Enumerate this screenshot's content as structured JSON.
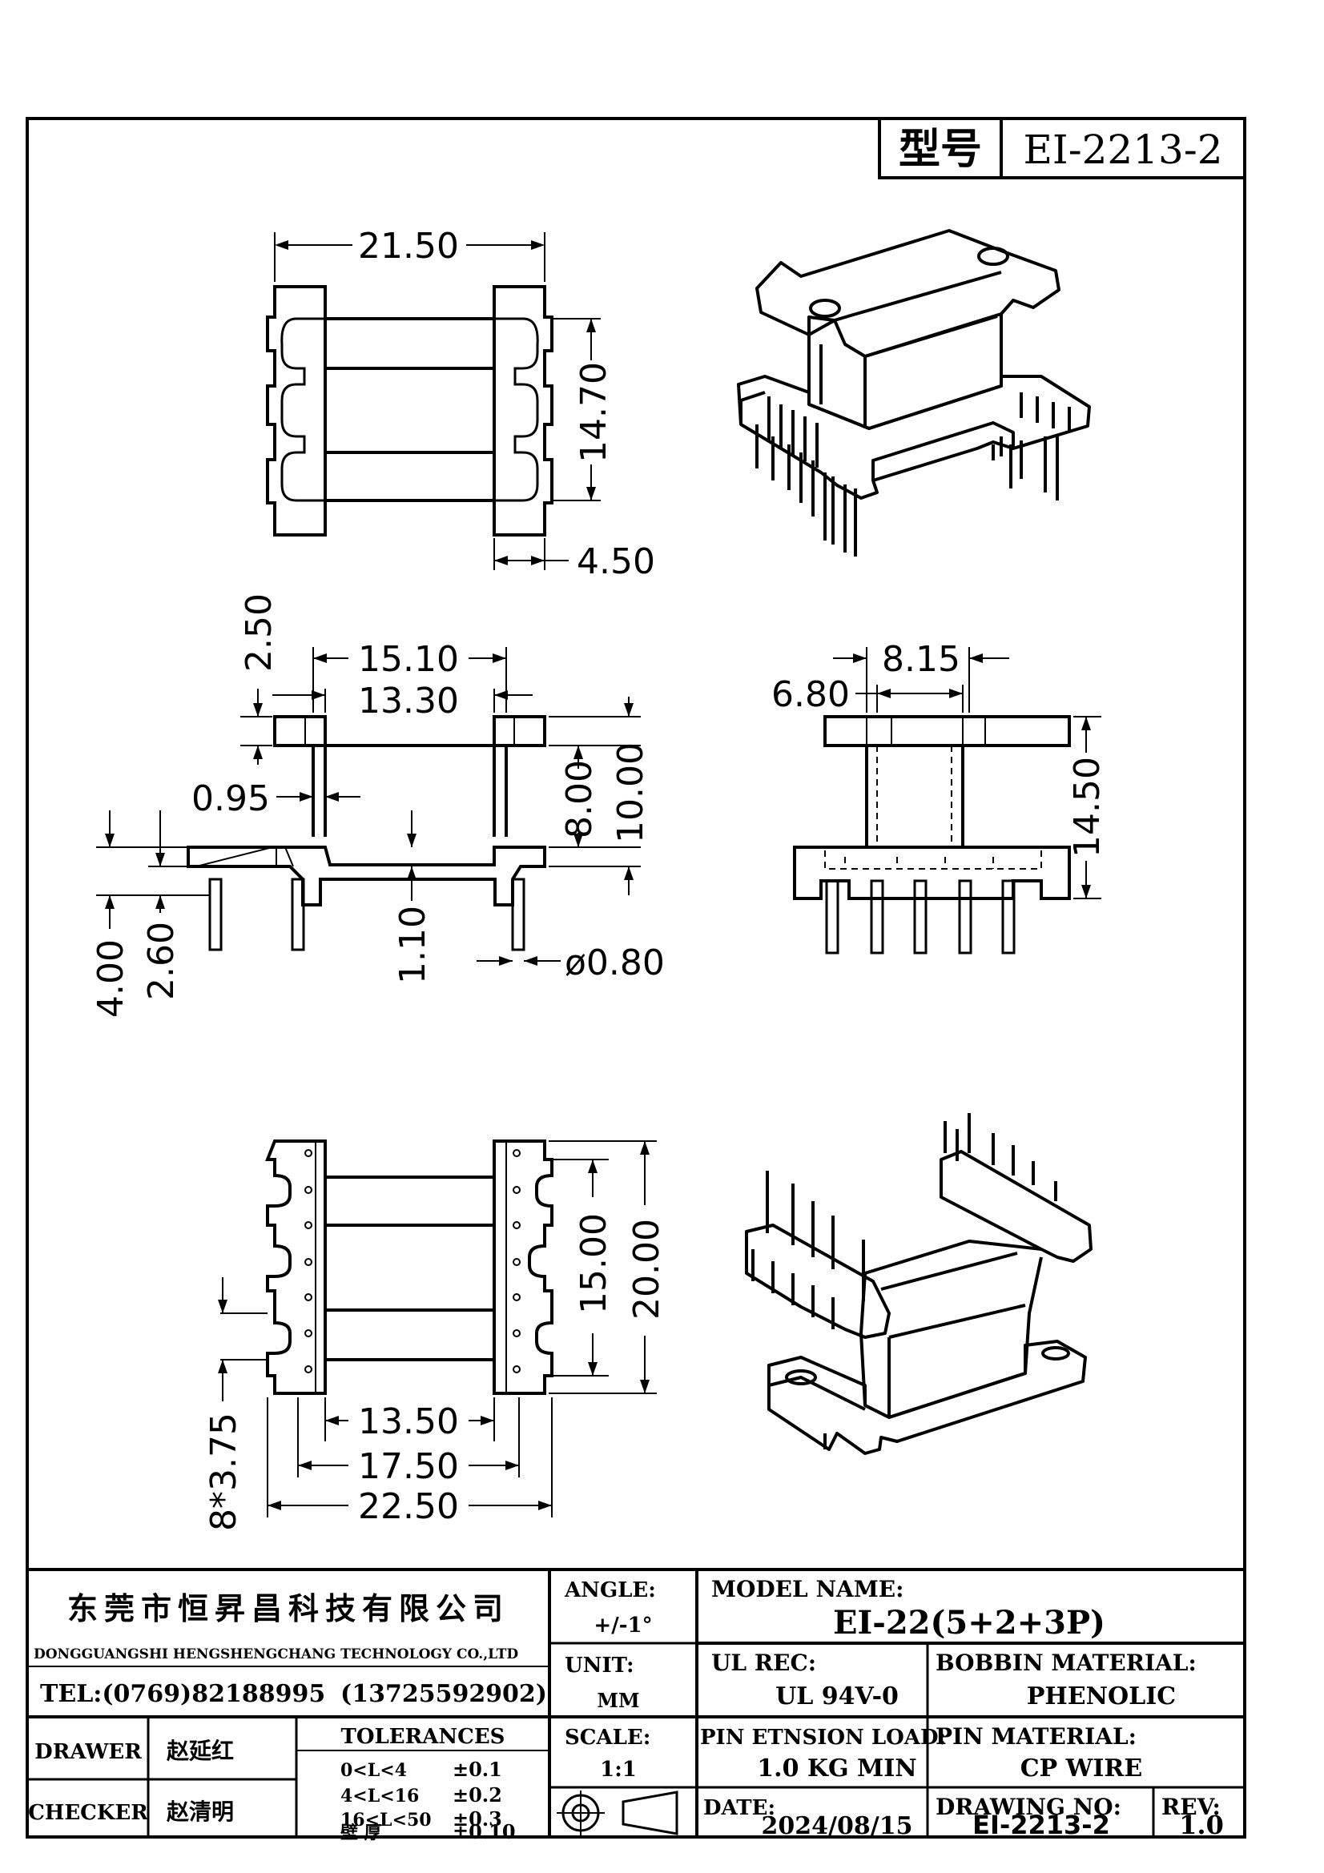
{
  "model_box": {
    "label": "型号",
    "value": "EI-2213-2"
  },
  "dims": {
    "top_width": "21.50",
    "top_height": "14.70",
    "top_flange": "4.50",
    "front_a": "2.50",
    "front_outer": "15.10",
    "front_inner": "13.30",
    "front_wall": "0.95",
    "front_h1": "8.00",
    "front_h2": "10.00",
    "front_pin_h1": "4.00",
    "front_pin_h2": "2.60",
    "front_base": "1.10",
    "front_pin_dia": "ø0.80",
    "side_a": "8.15",
    "side_b": "6.80",
    "side_h": "14.50",
    "bottom_h1": "15.00",
    "bottom_h2": "20.00",
    "bottom_w1": "13.50",
    "bottom_w2": "17.50",
    "bottom_w3": "22.50",
    "bottom_pitch": "8*3.75"
  },
  "title_block": {
    "company_cn": "东莞市恒昇昌科技有限公司",
    "company_en": "DONGGUANGSHI HENGSHENGCHANG TECHNOLOGY CO.,LTD",
    "tel": "TEL:(0769)82188995",
    "mobile": "(13725592902)",
    "drawer_label": "DRAWER",
    "drawer_name": "赵延红",
    "checker_label": "CHECKER",
    "checker_name": "赵清明",
    "tolerances_label": "TOLERANCES",
    "tolerances": [
      {
        "range": "0<L<4",
        "value": "±0.1"
      },
      {
        "range": "4<L<16",
        "value": "±0.2"
      },
      {
        "range": "16<L<50",
        "value": "±0.3"
      },
      {
        "range": "壁  厚",
        "value": "±0.10"
      }
    ],
    "angle_label": "ANGLE:",
    "angle_value": "+/-1°",
    "unit_label": "UNIT:",
    "unit_value": "MM",
    "scale_label": "SCALE:",
    "scale_value": "1:1",
    "model_name_label": "MODEL NAME:",
    "model_name_value": "EI-22(5+2+3P)",
    "ul_label": "UL REC:",
    "ul_value": "UL 94V-0",
    "bobbin_label": "BOBBIN MATERIAL:",
    "bobbin_value": "PHENOLIC",
    "pin_load_label": "PIN ETNSION LOAD:",
    "pin_load_value": "1.0 KG MIN",
    "pin_mat_label": "PIN MATERIAL:",
    "pin_mat_value": "CP WIRE",
    "date_label": "DATE:",
    "date_value": "2024/08/15",
    "drawing_no_label": "DRAWING NO:",
    "drawing_no_value": "EI-2213-2",
    "rev_label": "REV:",
    "rev_value": "1.0"
  }
}
